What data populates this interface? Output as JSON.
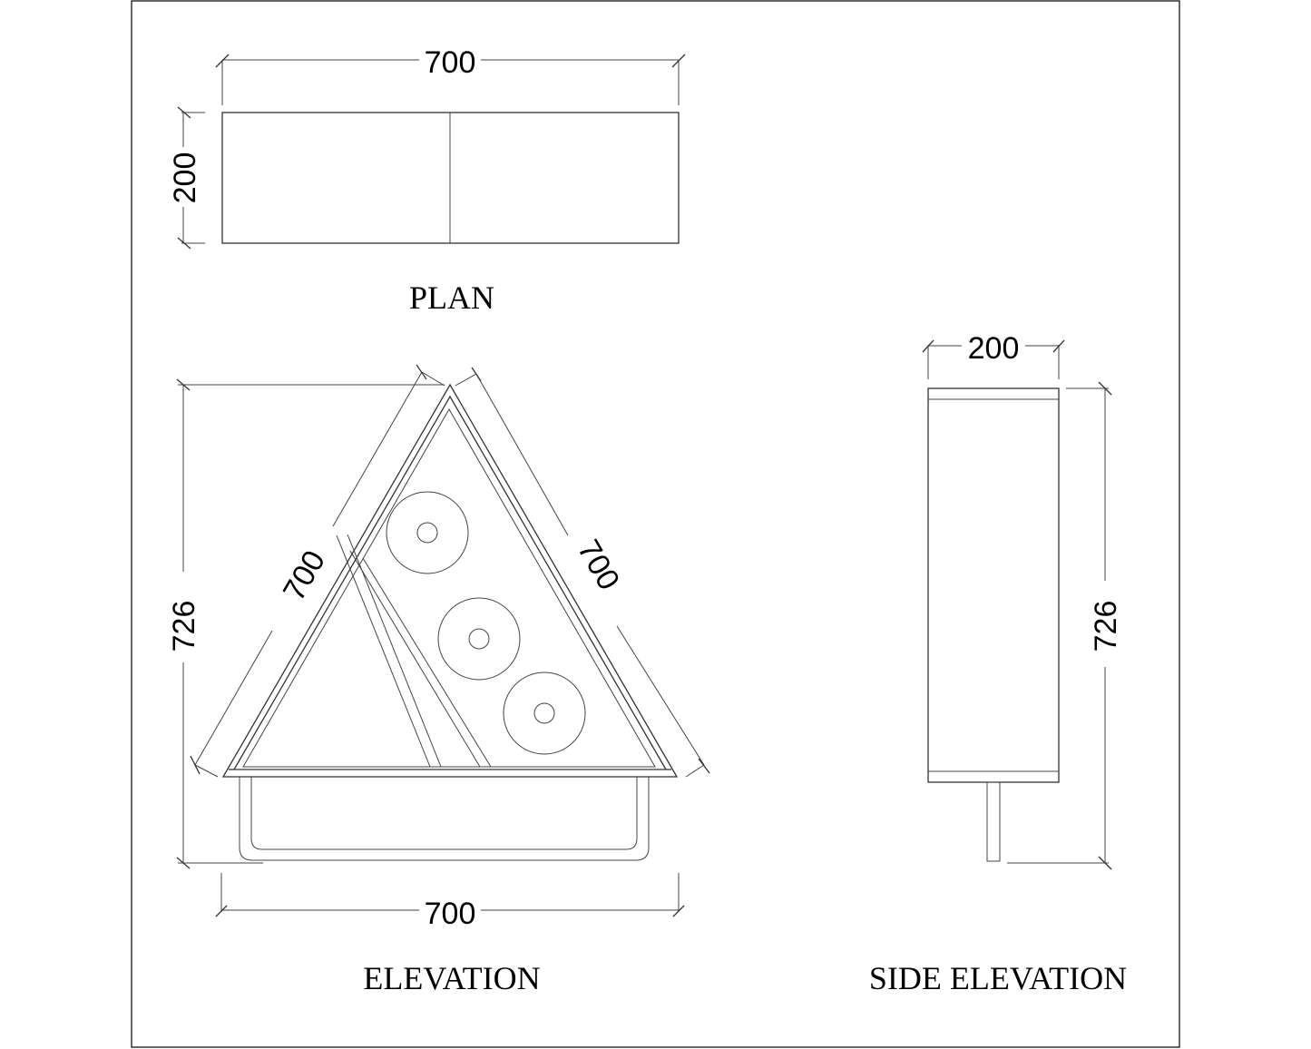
{
  "drawing": {
    "frame": {
      "stroke": "#000000"
    },
    "plan": {
      "title": "PLAN",
      "width_dim": "700",
      "depth_dim": "200"
    },
    "elevation": {
      "title": "ELEVATION",
      "bottom_width_dim": "700",
      "left_side_dim": "700",
      "right_side_dim": "700",
      "height_dim": "726",
      "rolls_count": 3
    },
    "side_elevation": {
      "title": "SIDE ELEVATION",
      "width_dim": "200",
      "height_dim": "726"
    }
  }
}
